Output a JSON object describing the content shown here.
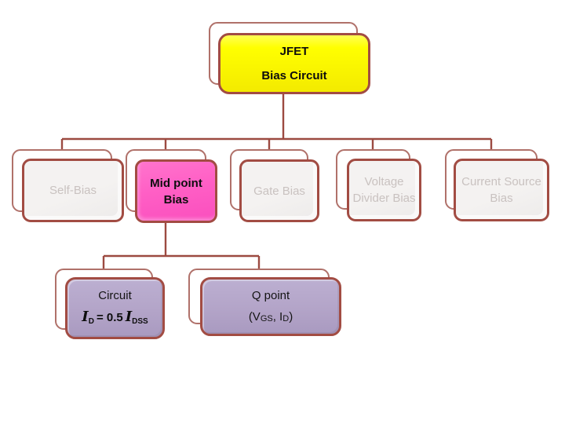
{
  "colors": {
    "canvas_bg": "#ffffff",
    "connector": "#9c4a41",
    "border_front": "#a24c43",
    "border_back": "#b0716a",
    "root_fill": "#ffff00",
    "pink_fill": "#ff5fc5",
    "muted_fill": "#f1efee",
    "muted_text": "#c9c2c0",
    "lavender_fill": "#b3a4c8"
  },
  "nodes": {
    "root": {
      "line1": "JFET",
      "line2": "Bias Circuit"
    },
    "level2": [
      {
        "label": "Self-Bias"
      },
      {
        "label": "Mid point\nBias"
      },
      {
        "label": "Gate Bias"
      },
      {
        "label": "Voltage Divider Bias"
      },
      {
        "label": "Current Source Bias"
      }
    ],
    "circuit": {
      "title": "Circuit",
      "formula": {
        "var1": "I",
        "sub1": "D",
        "eq": "= 0.5",
        "var2": "I",
        "sub2": "DSS"
      }
    },
    "q_point": {
      "title": "Q point",
      "value": {
        "open": "(V",
        "sub1": "GS",
        "mid": ", I",
        "sub2": "D",
        "close": ")"
      }
    }
  }
}
